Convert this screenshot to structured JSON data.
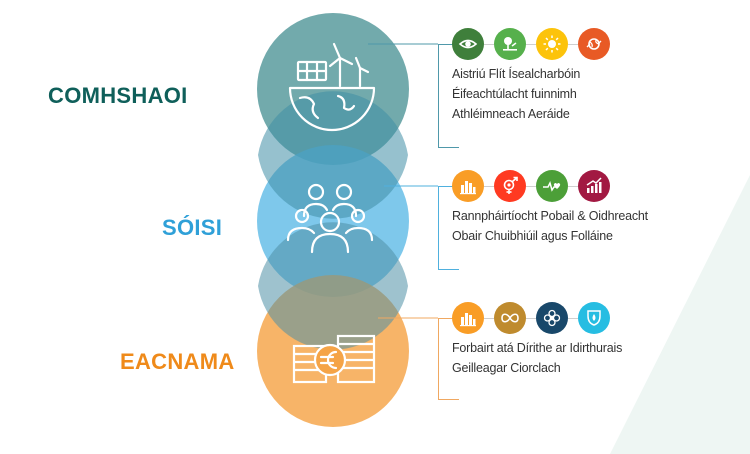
{
  "colors": {
    "environment": "#5e9ea0",
    "social": "#5ab8e6",
    "economic": "#f5a447",
    "environment_label": "#0f5f5a",
    "social_label": "#2fa0d8",
    "economic_label": "#ef8a1a",
    "connector": "#4f98aa",
    "corner_fill": "#eef6f3"
  },
  "pillars": [
    {
      "label": "COMHSHAOI",
      "circle_icon": "globe-solar-wind-icon",
      "icons": [
        {
          "name": "eye-icon",
          "color": "#3f7f3b"
        },
        {
          "name": "nature-icon",
          "color": "#56b04c"
        },
        {
          "name": "sun-icon",
          "color": "#fcc30b"
        },
        {
          "name": "climate-icon",
          "color": "#e85a25"
        }
      ],
      "items": [
        "Aistriú Flít Ísealcharbóin",
        "Éifeachtúlacht fuinnimh",
        "Athléimneach Aeráide"
      ]
    },
    {
      "label": "SÓISI",
      "circle_icon": "people-group-icon",
      "icons": [
        {
          "name": "city-icon",
          "color": "#f99d26"
        },
        {
          "name": "gender-icon",
          "color": "#ff3a21"
        },
        {
          "name": "health-icon",
          "color": "#4c9f38"
        },
        {
          "name": "growth-chart-icon",
          "color": "#a21942"
        }
      ],
      "items": [
        "Rannpháirtíocht Pobail & Oidhreacht",
        "Obair Chuibhiúil agus Folláine"
      ]
    },
    {
      "label": "EACNAMA",
      "circle_icon": "coins-euro-icon",
      "icons": [
        {
          "name": "city-icon",
          "color": "#f99d26"
        },
        {
          "name": "infinity-icon",
          "color": "#bf8b2e"
        },
        {
          "name": "flower-icon",
          "color": "#19486a"
        },
        {
          "name": "water-icon",
          "color": "#26bde2"
        }
      ],
      "items": [
        "Forbairt atá Dírithe ar Idirthurais",
        "Geilleagar Ciorclach"
      ]
    }
  ]
}
